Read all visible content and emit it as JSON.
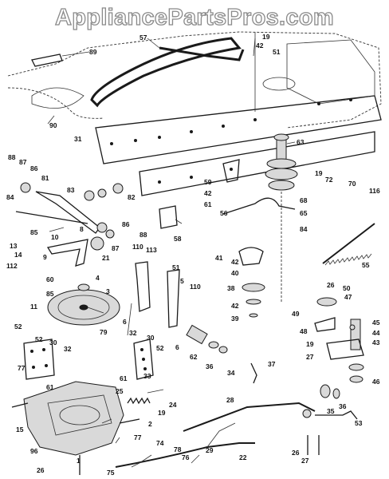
{
  "watermark": "AppliancePartsPros.com",
  "callouts": [
    {
      "id": "c57",
      "text": "57"
    },
    {
      "id": "c89",
      "text": "89"
    },
    {
      "id": "c19a",
      "text": "19"
    },
    {
      "id": "c42a",
      "text": "42"
    },
    {
      "id": "c51",
      "text": "51"
    },
    {
      "id": "c90",
      "text": "90"
    },
    {
      "id": "c31",
      "text": "31"
    },
    {
      "id": "c63",
      "text": "63"
    },
    {
      "id": "c19b",
      "text": "19"
    },
    {
      "id": "c72",
      "text": "72"
    },
    {
      "id": "c70",
      "text": "70"
    },
    {
      "id": "c116",
      "text": "116"
    },
    {
      "id": "c88",
      "text": "88"
    },
    {
      "id": "c87a",
      "text": "87"
    },
    {
      "id": "c86",
      "text": "86"
    },
    {
      "id": "c81",
      "text": "81"
    },
    {
      "id": "c83",
      "text": "83"
    },
    {
      "id": "c82",
      "text": "82"
    },
    {
      "id": "c59",
      "text": "59"
    },
    {
      "id": "c42b",
      "text": "42"
    },
    {
      "id": "c61a",
      "text": "61"
    },
    {
      "id": "c56",
      "text": "56"
    },
    {
      "id": "c68",
      "text": "68"
    },
    {
      "id": "c65",
      "text": "65"
    },
    {
      "id": "c84a",
      "text": "84"
    },
    {
      "id": "c84b",
      "text": "84"
    },
    {
      "id": "c85",
      "text": "85"
    },
    {
      "id": "c58",
      "text": "58"
    },
    {
      "id": "c86b",
      "text": "86"
    },
    {
      "id": "c88b",
      "text": "88"
    },
    {
      "id": "c10",
      "text": "10"
    },
    {
      "id": "c8",
      "text": "8"
    },
    {
      "id": "c87b",
      "text": "87"
    },
    {
      "id": "c21",
      "text": "21"
    },
    {
      "id": "c13",
      "text": "13"
    },
    {
      "id": "c14",
      "text": "14"
    },
    {
      "id": "c9",
      "text": "9"
    },
    {
      "id": "c112",
      "text": "112"
    },
    {
      "id": "c60",
      "text": "60"
    },
    {
      "id": "c85b",
      "text": "85"
    },
    {
      "id": "c110a",
      "text": "110"
    },
    {
      "id": "c113",
      "text": "113"
    },
    {
      "id": "c41",
      "text": "41"
    },
    {
      "id": "c42c",
      "text": "42"
    },
    {
      "id": "c40",
      "text": "40"
    },
    {
      "id": "c55",
      "text": "55"
    },
    {
      "id": "c4",
      "text": "4"
    },
    {
      "id": "c3",
      "text": "3"
    },
    {
      "id": "c11",
      "text": "11"
    },
    {
      "id": "c51b",
      "text": "51"
    },
    {
      "id": "c5",
      "text": "5"
    },
    {
      "id": "c110b",
      "text": "110"
    },
    {
      "id": "c38",
      "text": "38"
    },
    {
      "id": "c42d",
      "text": "42"
    },
    {
      "id": "c39",
      "text": "39"
    },
    {
      "id": "c26a",
      "text": "26"
    },
    {
      "id": "c50",
      "text": "50"
    },
    {
      "id": "c47",
      "text": "47"
    },
    {
      "id": "c49",
      "text": "49"
    },
    {
      "id": "c45",
      "text": "45"
    },
    {
      "id": "c6a",
      "text": "6"
    },
    {
      "id": "c79",
      "text": "79"
    },
    {
      "id": "c52a",
      "text": "52"
    },
    {
      "id": "c43",
      "text": "43"
    },
    {
      "id": "c44",
      "text": "44"
    },
    {
      "id": "c48",
      "text": "48"
    },
    {
      "id": "c6b",
      "text": "6"
    },
    {
      "id": "c62",
      "text": "62"
    },
    {
      "id": "c36",
      "text": "36"
    },
    {
      "id": "c34",
      "text": "34"
    },
    {
      "id": "c32a",
      "text": "32"
    },
    {
      "id": "c30a",
      "text": "30"
    },
    {
      "id": "c32b",
      "text": "32"
    },
    {
      "id": "c30b",
      "text": "30"
    },
    {
      "id": "c52b",
      "text": "52"
    },
    {
      "id": "c52c",
      "text": "52"
    },
    {
      "id": "c61b",
      "text": "61"
    },
    {
      "id": "c33",
      "text": "33"
    },
    {
      "id": "c19c",
      "text": "19"
    },
    {
      "id": "c27a",
      "text": "27"
    },
    {
      "id": "c46",
      "text": "46"
    },
    {
      "id": "c37",
      "text": "37"
    },
    {
      "id": "c77a",
      "text": "77"
    },
    {
      "id": "c61c",
      "text": "61"
    },
    {
      "id": "c25",
      "text": "25"
    },
    {
      "id": "c19d",
      "text": "19"
    },
    {
      "id": "c24",
      "text": "24"
    },
    {
      "id": "c28",
      "text": "28"
    },
    {
      "id": "c36b",
      "text": "36"
    },
    {
      "id": "c35",
      "text": "35"
    },
    {
      "id": "c15",
      "text": "15"
    },
    {
      "id": "c2",
      "text": "2"
    },
    {
      "id": "c53",
      "text": "53"
    },
    {
      "id": "c77b",
      "text": "77"
    },
    {
      "id": "c29",
      "text": "29"
    },
    {
      "id": "c96",
      "text": "96"
    },
    {
      "id": "c74",
      "text": "74"
    },
    {
      "id": "c78",
      "text": "78"
    },
    {
      "id": "c76",
      "text": "76"
    },
    {
      "id": "c22",
      "text": "22"
    },
    {
      "id": "c1",
      "text": "1"
    },
    {
      "id": "c75",
      "text": "75"
    },
    {
      "id": "c26b",
      "text": "26"
    },
    {
      "id": "c27b",
      "text": "27"
    },
    {
      "id": "c26c",
      "text": "26"
    }
  ]
}
